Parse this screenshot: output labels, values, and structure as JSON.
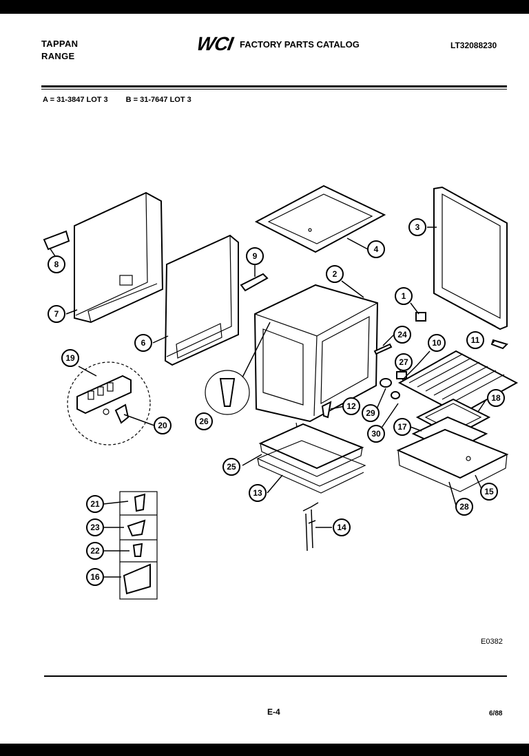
{
  "header": {
    "brand_line1": "TAPPAN",
    "brand_line2": "RANGE",
    "logo": "WCI",
    "catalog_title": "FACTORY PARTS CATALOG",
    "model_number": "LT32088230"
  },
  "lots": {
    "a": "A = 31-3847 LOT 3",
    "b": "B = 31-7647 LOT 3"
  },
  "callouts": [
    "1",
    "2",
    "3",
    "4",
    "6",
    "7",
    "8",
    "9",
    "10",
    "11",
    "12",
    "13",
    "14",
    "15",
    "16",
    "17",
    "18",
    "19",
    "20",
    "21",
    "22",
    "23",
    "24",
    "25",
    "26",
    "26",
    "27",
    "28",
    "29",
    "30"
  ],
  "footer": {
    "drawing_code": "E0382",
    "page": "E-4",
    "date": "6/88"
  }
}
